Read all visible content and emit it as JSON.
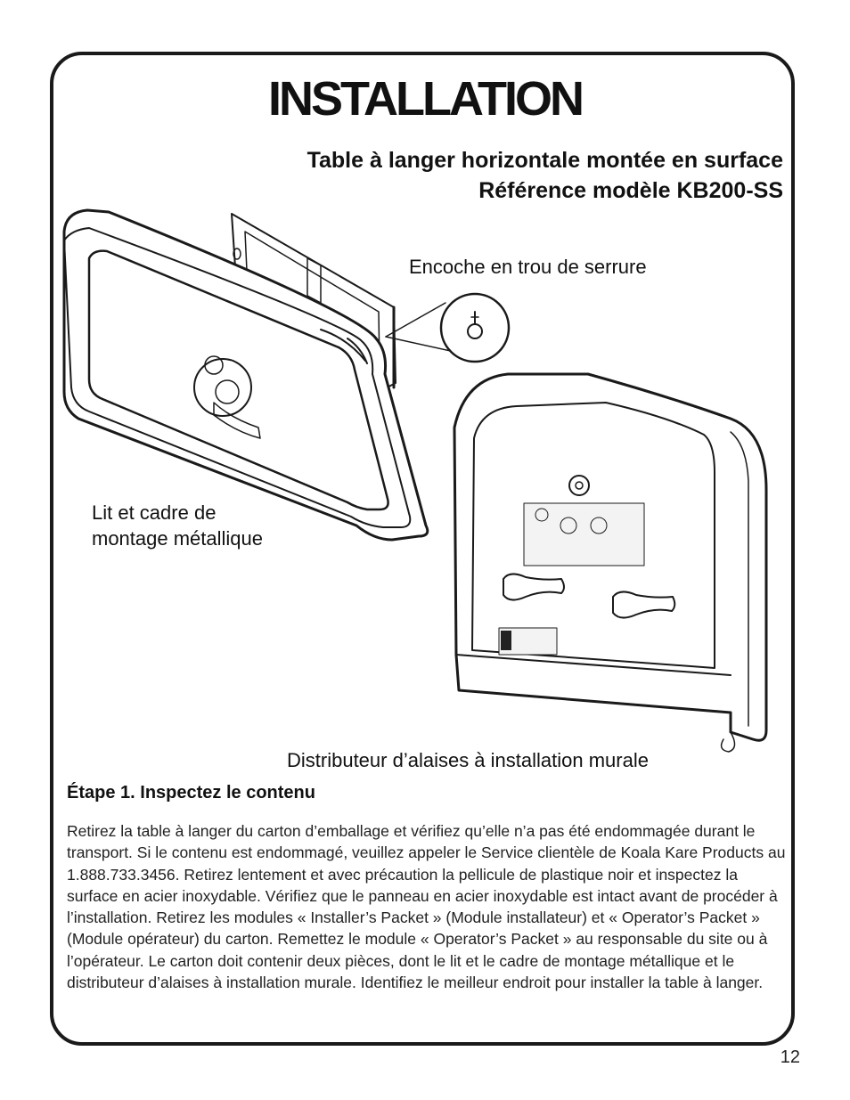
{
  "page": {
    "title": "INSTALLATION",
    "subtitle_line1": "Table à langer horizontale montée en surface",
    "subtitle_line2": "Référence modèle KB200-SS",
    "page_number": "12"
  },
  "illustration": {
    "label_keyhole": "Encoche en trou de serrure",
    "label_bed_line1": "Lit et cadre de",
    "label_bed_line2": "montage métallique",
    "label_dispenser": "Distributeur d’alaises à installation murale"
  },
  "step1": {
    "title": "Étape 1. Inspectez le contenu",
    "body": "Retirez la table à langer du carton d’emballage et vérifiez qu’elle n’a pas été endommagée durant le transport. Si le contenu est endommagé, veuillez appeler le Service clientèle de Koala Kare Products au 1.888.733.3456. Retirez lentement et avec précaution la pellicule de plastique noir et inspectez la surface en acier inoxydable. Vérifiez que le panneau en acier inoxydable est intact avant de procéder à l’installation. Retirez les modules « Installer’s Packet » (Module installateur) et « Operator’s Packet » (Module opérateur) du carton. Remettez le module « Operator’s Packet » au responsable du site ou à l’opérateur. Le carton doit contenir deux pièces, dont le lit et le cadre de montage métallique et le distributeur d’alaises à installation murale. Identifiez le meilleur endroit pour installer la table à langer."
  }
}
